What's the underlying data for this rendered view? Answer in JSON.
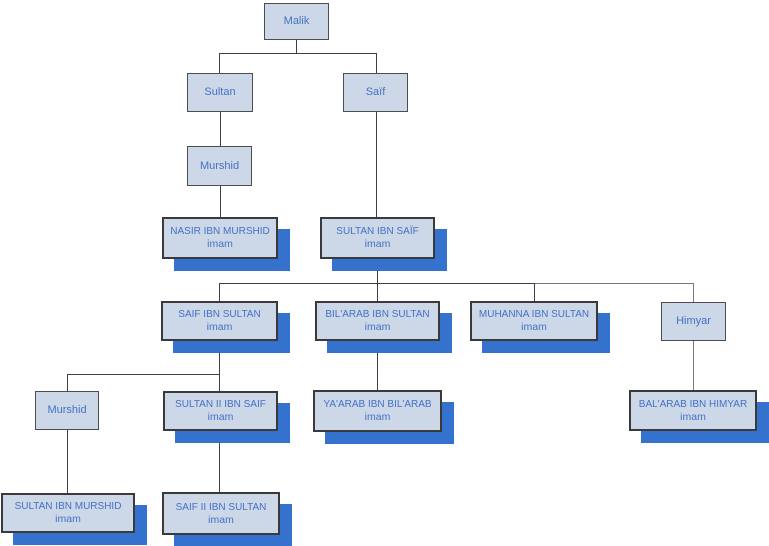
{
  "diagram": {
    "type": "family-tree-org-chart",
    "subtitle_meaning": "imam designates members who held the imamate",
    "background": "#ffffff"
  },
  "palette": {
    "node_fill": "#ccd7e8",
    "plain_node_border": "#4d4d4d",
    "imam_node_border": "#3a3a3a",
    "imam_shadow_blue": "#3572cd",
    "text_blue": "#4472c4",
    "connector_dark": "#3f3f3f",
    "connector_gray": "#787878"
  },
  "nodes": [
    {
      "id": "malik",
      "label": "Malik",
      "subtitle": "",
      "type": "plain"
    },
    {
      "id": "sultan",
      "label": "Sultan",
      "subtitle": "",
      "type": "plain"
    },
    {
      "id": "saif",
      "label": "Saïf",
      "subtitle": "",
      "type": "plain"
    },
    {
      "id": "murshid",
      "label": "Murshid",
      "subtitle": "",
      "type": "plain"
    },
    {
      "id": "nasir-ibn-murshid",
      "label": "NASIR IBN MURSHID",
      "subtitle": "imam",
      "type": "imam"
    },
    {
      "id": "sultan-ibn-saif",
      "label": "SULTAN IBN SAÏF",
      "subtitle": "imam",
      "type": "imam"
    },
    {
      "id": "saif-ibn-sultan",
      "label": "SAIF IBN SULTAN",
      "subtitle": "imam",
      "type": "imam"
    },
    {
      "id": "bilarab-ibn-sultan",
      "label": "BIL'ARAB IBN SULTAN",
      "subtitle": "imam",
      "type": "imam"
    },
    {
      "id": "muhanna-ibn-sultan",
      "label": "MUHANNA IBN SULTAN",
      "subtitle": "imam",
      "type": "imam"
    },
    {
      "id": "himyar",
      "label": "Himyar",
      "subtitle": "",
      "type": "plain"
    },
    {
      "id": "murshid-2",
      "label": "Murshid",
      "subtitle": "",
      "type": "plain"
    },
    {
      "id": "sultan-ii-ibn-saif",
      "label": "SULTAN II IBN SAIF",
      "subtitle": "imam",
      "type": "imam"
    },
    {
      "id": "yaarab-ibn-bilarab",
      "label": "YA'ARAB IBN BIL'ARAB",
      "subtitle": "imam",
      "type": "imam"
    },
    {
      "id": "balarab-ibn-himyar",
      "label": "BAL'ARAB IBN HIMYAR",
      "subtitle": "imam",
      "type": "imam"
    },
    {
      "id": "sultan-ibn-murshid",
      "label": "SULTAN IBN MURSHID",
      "subtitle": "imam",
      "type": "imam"
    },
    {
      "id": "saif-ii-ibn-sultan",
      "label": "SAIF II IBN SULTAN",
      "subtitle": "imam",
      "type": "imam"
    }
  ],
  "edges": [
    {
      "from": "malik",
      "to": "sultan"
    },
    {
      "from": "malik",
      "to": "saif"
    },
    {
      "from": "sultan",
      "to": "murshid"
    },
    {
      "from": "murshid",
      "to": "nasir-ibn-murshid"
    },
    {
      "from": "saif",
      "to": "sultan-ibn-saif"
    },
    {
      "from": "sultan-ibn-saif",
      "to": "saif-ibn-sultan"
    },
    {
      "from": "sultan-ibn-saif",
      "to": "bilarab-ibn-sultan"
    },
    {
      "from": "sultan-ibn-saif",
      "to": "muhanna-ibn-sultan"
    },
    {
      "from": "sultan-ibn-saif",
      "to": "himyar"
    },
    {
      "from": "saif-ibn-sultan",
      "to": "murshid-2"
    },
    {
      "from": "saif-ibn-sultan",
      "to": "sultan-ii-ibn-saif"
    },
    {
      "from": "bilarab-ibn-sultan",
      "to": "yaarab-ibn-bilarab"
    },
    {
      "from": "himyar",
      "to": "balarab-ibn-himyar"
    },
    {
      "from": "murshid-2",
      "to": "sultan-ibn-murshid"
    },
    {
      "from": "sultan-ii-ibn-saif",
      "to": "saif-ii-ibn-sultan"
    }
  ]
}
